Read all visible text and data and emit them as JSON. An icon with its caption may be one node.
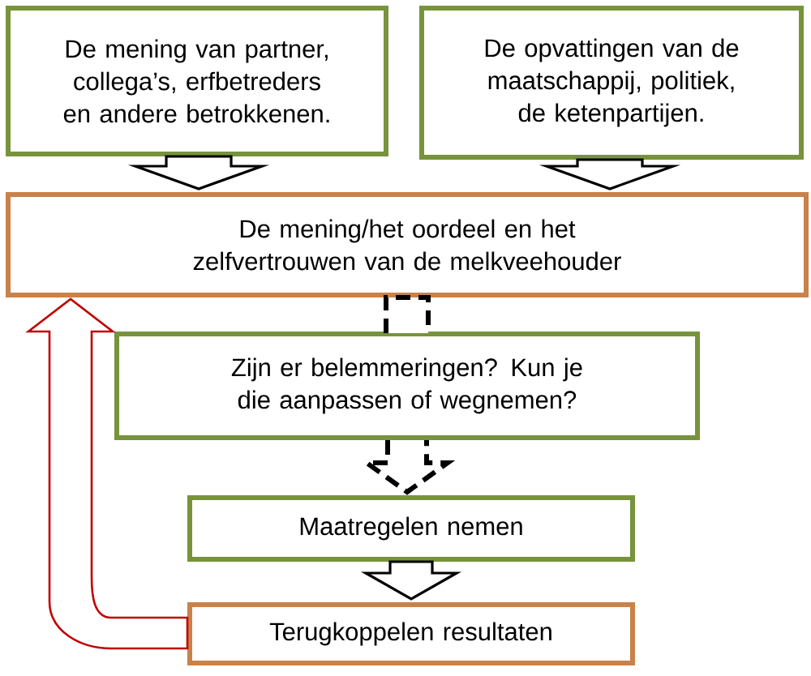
{
  "diagram": {
    "nodes": [
      {
        "text": [
          "De mening van partner, collega’s, erfbetreders en andere betrokkenen."
        ]
      },
      {
        "text": [
          "De opvattingen van de maatschappij, politiek, de ketenpartijen."
        ]
      },
      {
        "text": [
          "De mening/het oordeel en het zelfvertrouwen van de melkveehouder"
        ]
      },
      {
        "text": [
          "Zijn er belemmeringen? Kun je die aanpassen of wegnemen?"
        ]
      },
      {
        "text": [
          "Maatregelen nemen"
        ]
      },
      {
        "text": [
          "Terugkoppelen resultaten"
        ]
      }
    ],
    "edges": [
      {
        "from": 0,
        "to": 2,
        "arrow": "to"
      },
      {
        "from": 1,
        "to": 2,
        "arrow": "to"
      },
      {
        "from": 2,
        "to": 3,
        "arrow": "none",
        "style": "dashed"
      },
      {
        "from": 3,
        "to": 4,
        "arrow": "to",
        "style": "dashed"
      },
      {
        "from": 4,
        "to": 5,
        "arrow": "to"
      },
      {
        "from": 5,
        "to": 2,
        "arrow": "to",
        "color": "#c00000"
      }
    ]
  }
}
